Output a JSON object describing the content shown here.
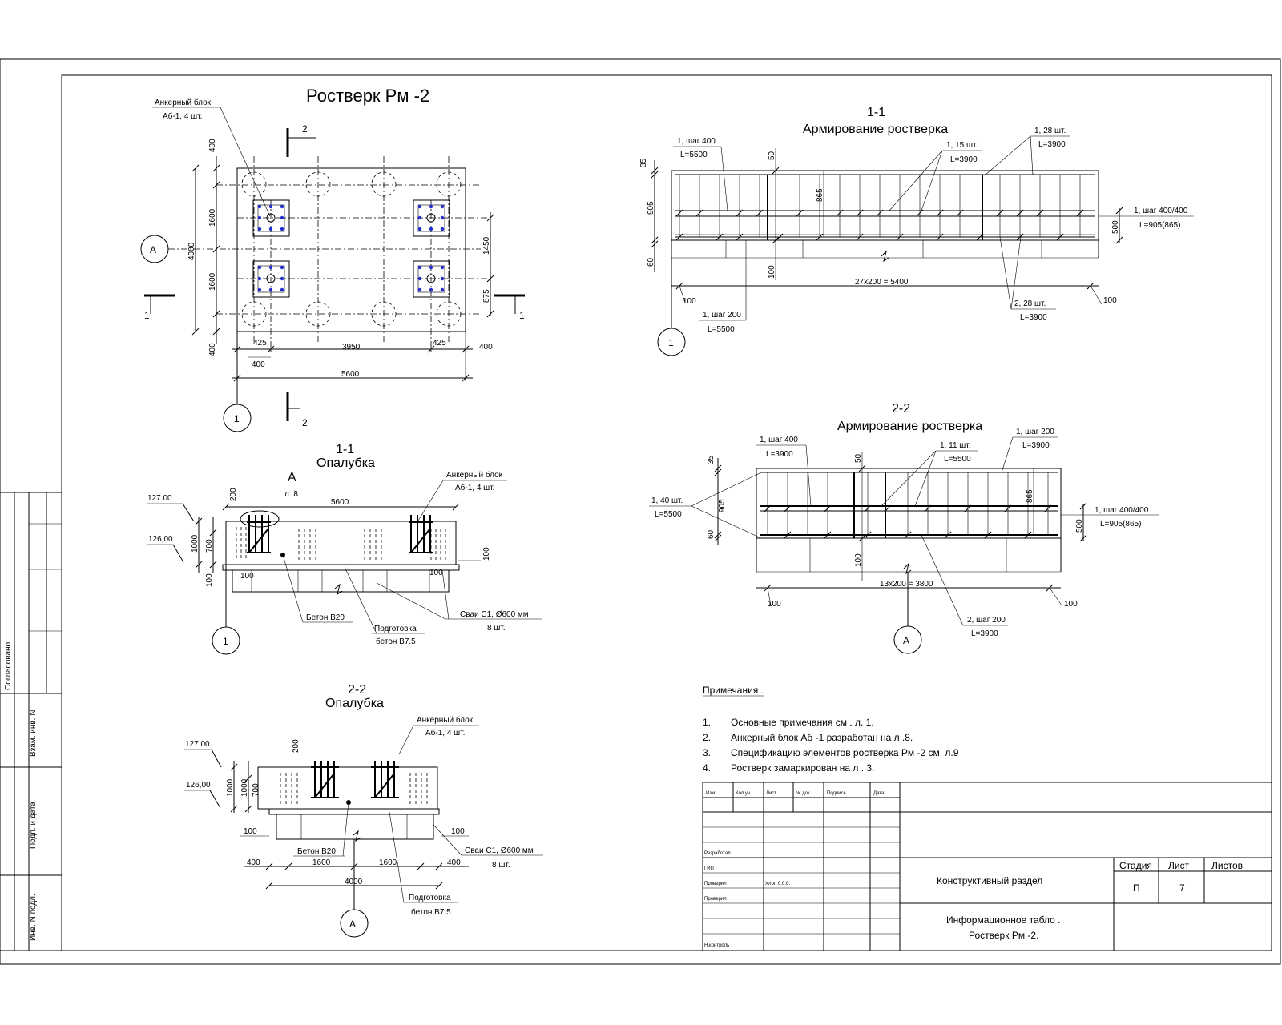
{
  "plan": {
    "title": "Ростверк Рм -2",
    "anchor_label_1": "Анкерный блок",
    "anchor_label_2": "Аб-1, 4 шт.",
    "section_mark_2": "2",
    "section_mark_1": "1",
    "axis_a": "А",
    "axis_1": "1",
    "dim_400": "400",
    "dim_1600": "1600",
    "dim_4000": "4000",
    "dim_1450": "1450",
    "dim_875": "875",
    "dim_425": "425",
    "dim_3950": "3950",
    "dim_5600": "5600"
  },
  "s11_form": {
    "title_num": "1-1",
    "title": "Опалубка",
    "node_a": "А",
    "node_sheet": "л. 8",
    "anchor_1": "Анкерный блок",
    "anchor_2": "Аб-1, 4 шт.",
    "elev_top": "127.00",
    "elev_bot": "126,00",
    "dim_200": "200",
    "dim_5600": "5600",
    "dim_1000": "1000",
    "dim_700": "700",
    "dim_100": "100",
    "concrete": "Бетон В20",
    "prep_1": "Подготовка",
    "prep_2": "бетон В7.5",
    "piles_1": "Сваи С1, Ø600 мм",
    "piles_2": "8 шт.",
    "axis_1": "1"
  },
  "s22_form": {
    "title_num": "2-2",
    "title": "Опалубка",
    "anchor_1": "Анкерный блок",
    "anchor_2": "Аб-1, 4 шт.",
    "elev_top": "127.00",
    "elev_bot": "126,00",
    "dim_200": "200",
    "dim_1000": "1000",
    "dim_700": "700",
    "dim_100": "100",
    "dim_400": "400",
    "dim_1600": "1600",
    "dim_4000": "4000",
    "concrete": "Бетон В20",
    "prep_1": "Подготовка",
    "prep_2": "бетон В7.5",
    "piles_1": "Сваи С1, Ø600 мм",
    "piles_2": "8 шт.",
    "axis_a": "А"
  },
  "s11_reinf": {
    "title_num": "1-1",
    "title": "Армирование ростверка",
    "bar_a1": "1, шаг 400",
    "bar_a2": "L=5500",
    "bar_b1": "1, 15 шт.",
    "bar_b2": "L=3900",
    "bar_c1": "1, 28 шт.",
    "bar_c2": "L=3900",
    "bar_d1": "1, шаг 400/400",
    "bar_d2": "L=905(865)",
    "bar_e1": "1, шаг 200",
    "bar_e2": "L=5500",
    "bar_f1": "2, 28 шт.",
    "bar_f2": "L=3900",
    "dim_35": "35",
    "dim_50": "50",
    "dim_905": "905",
    "dim_865": "865",
    "dim_500": "500",
    "dim_60": "60",
    "dim_100": "100",
    "dim_span": "27х200 = 5400",
    "axis_1": "1"
  },
  "s22_reinf": {
    "title_num": "2-2",
    "title": "Армирование ростверка",
    "bar_a1": "1, шаг 400",
    "bar_a2": "L=3900",
    "bar_b1": "1, 11 шт.",
    "bar_b2": "L=5500",
    "bar_c1": "1, шаг 200",
    "bar_c2": "L=3900",
    "bar_d1": "1, шаг 400/400",
    "bar_d2": "L=905(865)",
    "bar_e1": "1, 40 шт.",
    "bar_e2": "L=5500",
    "bar_f1": "2, шаг 200",
    "bar_f2": "L=3900",
    "dim_35": "35",
    "dim_50": "50",
    "dim_905": "905",
    "dim_865": "865",
    "dim_500": "500",
    "dim_60": "60",
    "dim_100": "100",
    "dim_span": "13х200 = 3800",
    "axis_a": "А"
  },
  "notes": {
    "heading": "Примечания .",
    "items": [
      {
        "num": "1.",
        "text": "Основные примечания см   . л. 1."
      },
      {
        "num": "2.",
        "text": "Анкерный блок Аб  -1 разработан на л  .8."
      },
      {
        "num": "3.",
        "text": "Спецификацию элементов ростверка Рм    -2 см. л.9"
      },
      {
        "num": "4.",
        "text": "Ростверк замаркирован на л   . 3."
      }
    ]
  },
  "title_block": {
    "col_izm": "Изм.",
    "col_kol": "Кол.уч",
    "col_list": "Лист",
    "col_doc": "№ док.",
    "col_sign": "Подпись",
    "col_date": "Дата",
    "row_developed": "Разработал",
    "row_gip": "ГИП",
    "row_checked": "Проверил",
    "row_nkontr": "Н.контр.",
    "row_checked2": "Проверил",
    "row_head": "Н.контроль",
    "row_value": "Хлоп б.б.б.",
    "section": "Конструктивный раздел",
    "stage_h": "Стадия",
    "sheet_h": "Лист",
    "sheets_h": "Листов",
    "stage_v": "П",
    "sheet_v": "7",
    "name_1": "Информационное табло   .",
    "name_2": "Ростверк Рм -2."
  },
  "side_stamp": {
    "agreed": "Согласовано",
    "inv_repl": "Взам. инв. N",
    "sign_date": "Подп. и дата",
    "inv_orig": "Инв. N подл."
  }
}
